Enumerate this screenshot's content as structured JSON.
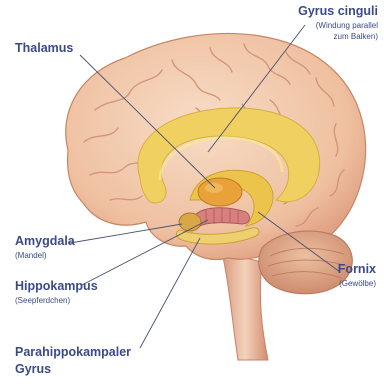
{
  "labels": {
    "thalamus": {
      "title": "Thalamus",
      "sub": ""
    },
    "gyrus_cinguli": {
      "title": "Gyrus cinguli",
      "sub1": "(Windung parallel",
      "sub2": "zum Balken)"
    },
    "amygdala": {
      "title": "Amygdala",
      "sub": "(Mandel)"
    },
    "hippokampus": {
      "title": "Hippokampus",
      "sub": "(Seepferdchen)"
    },
    "fornix": {
      "title": "Fornix",
      "sub": "(Gewölbe)"
    },
    "parahippokampaler": {
      "title1": "Parahippokampaler",
      "title2": "Gyrus"
    }
  },
  "colors": {
    "label_text": "#3a4a8a",
    "leader_line": "#4a5070",
    "brain_fill": "#f2c9ae",
    "brain_shade": "#d9957a",
    "limbic_yellow": "#f0d060",
    "limbic_orange": "#e9a13a",
    "hippocampus_pink": "#d88080"
  }
}
